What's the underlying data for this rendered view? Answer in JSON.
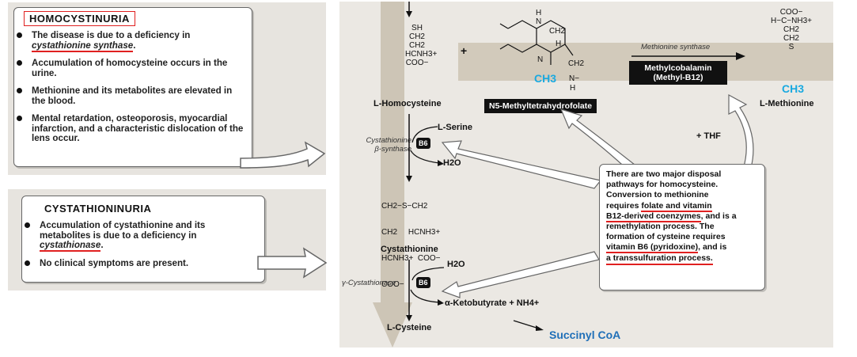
{
  "homocystinuria": {
    "title": "HOMOCYSTINURIA",
    "bullets": [
      "The disease is due to a deficiency in",
      "Accumulation of homocysteine occurs in the urine.",
      "Methionine and its metabolites are elevated in the blood.",
      "Mental retardation, osteoporosis, myocardial infarction, and a characteristic dislocation of the lens occur."
    ],
    "enzyme": "cystathionine synthase",
    "enzyme_suffix": "."
  },
  "cystathioninuria": {
    "title": "CYSTATHIONINURIA",
    "bullet1_prefix": "Accumulation of cystathionine and its metabolites is due to a deficiency in",
    "enzyme": "cystathionase",
    "enzyme_suffix": ".",
    "bullet2": "No clinical symptoms are present."
  },
  "pathway": {
    "homocysteine": {
      "lines": [
        "SH",
        "CH2",
        "CH2",
        "HCNH3+",
        "COO−"
      ],
      "name": "L-Homocysteine"
    },
    "plus1": "+",
    "mthf": {
      "top": [
        "H",
        "N",
        "CH2",
        "H"
      ],
      "ring_n": "N",
      "ch3": "CH3",
      "n_right": "N−",
      "ch2": "CH2",
      "h_bottom": "H",
      "name": "N5-Methyltetrahydrofolate"
    },
    "methionine_synthase": "Methionine synthase",
    "methylcobalamin": [
      "Methylcobalamin",
      "(Methyl-B12)"
    ],
    "methionine": {
      "lines": [
        "COO−",
        "H−C−NH3+",
        "CH2",
        "CH2",
        "S"
      ],
      "ch3": "CH3",
      "name": "L-Methionine"
    },
    "thf": "+ THF",
    "serine": "L-Serine",
    "cbs_label": [
      "Cystathionine",
      "β-synthase"
    ],
    "b6": "B6",
    "water1": "H2O",
    "cystathionine": {
      "lines": [
        "CH2−S−CH2",
        "CH2     HCNH3+",
        "HCNH3+  COO−",
        "COO−"
      ],
      "name": "Cystathionine"
    },
    "water2": "H2O",
    "cystathionase_label": "γ-Cystathionase",
    "ketobutyrate": "α-Ketobutyrate + NH4+",
    "cysteine": "L-Cysteine",
    "succinyl": "Succinyl CoA"
  },
  "note": {
    "l1": "There are two major disposal",
    "l2": "pathways for homocysteine.",
    "l3": "Conversion to methionine",
    "l4a": "requires ",
    "l4b": "folate and vitamin",
    "l5a": "B12-derived coenzymes",
    "l5b": ", and is a",
    "l6": "remethylation process. The",
    "l7": "formation of cysteine requires",
    "l8": "vitamin B6 (pyridoxine)",
    "l8b": ", and is",
    "l9": "a transsulfuration process."
  },
  "colors": {
    "panel_bg": "#e7e4df",
    "band": "#cfc7b8",
    "red_underline": "#e02020",
    "cyan": "#19a9e0",
    "succinyl_blue": "#1f6fb8"
  }
}
